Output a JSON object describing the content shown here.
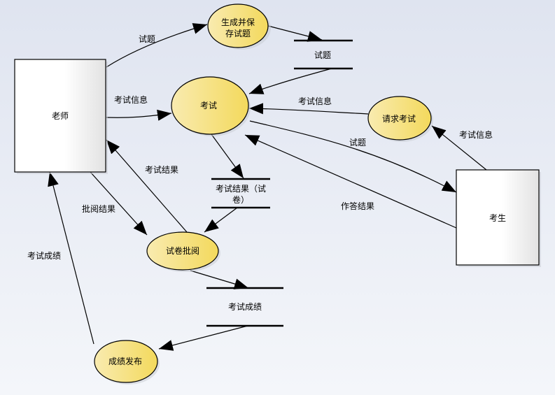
{
  "diagram": {
    "type": "data-flow-diagram",
    "colors": {
      "background_top": "#dfe4f0",
      "background_bottom": "#f4f6fa",
      "process_fill_light": "#f9ebb0",
      "process_fill_dark": "#f3d95c",
      "entity_fill_light": "#ffffff",
      "entity_fill_dark": "#e2e2e2",
      "line": "#000000"
    },
    "entities": [
      {
        "id": "teacher",
        "label": "老师"
      },
      {
        "id": "student",
        "label": "考生"
      }
    ],
    "processes": [
      {
        "id": "generate",
        "label_lines": [
          "生成并保",
          "存试题"
        ]
      },
      {
        "id": "exam",
        "label_lines": [
          "考试"
        ]
      },
      {
        "id": "request",
        "label_lines": [
          "请求考试"
        ]
      },
      {
        "id": "grading",
        "label_lines": [
          "试卷批阅"
        ]
      },
      {
        "id": "publish",
        "label_lines": [
          "成绩发布"
        ]
      }
    ],
    "stores": [
      {
        "id": "questions_store",
        "label_lines": [
          "试题"
        ]
      },
      {
        "id": "results_store",
        "label_lines": [
          "考试结果（试",
          "卷）"
        ]
      },
      {
        "id": "scores_store",
        "label_lines": [
          "考试成绩"
        ]
      }
    ],
    "flows": [
      {
        "id": "f1",
        "from": "teacher",
        "to": "generate",
        "label": "试题"
      },
      {
        "id": "f2",
        "from": "generate",
        "to": "questions_store",
        "label": ""
      },
      {
        "id": "f3",
        "from": "questions_store",
        "to": "exam",
        "label": ""
      },
      {
        "id": "f4",
        "from": "teacher",
        "to": "exam",
        "label": "考试信息"
      },
      {
        "id": "f5",
        "from": "request",
        "to": "exam",
        "label": "考试信息"
      },
      {
        "id": "f6",
        "from": "student",
        "to": "request",
        "label": "考试信息"
      },
      {
        "id": "f7",
        "from": "exam",
        "to": "student",
        "label": "试题"
      },
      {
        "id": "f8",
        "from": "student",
        "to": "exam",
        "label": "作答结果"
      },
      {
        "id": "f9",
        "from": "exam",
        "to": "results_store",
        "label": ""
      },
      {
        "id": "f10",
        "from": "grading",
        "to": "teacher",
        "label": "考试结果"
      },
      {
        "id": "f11",
        "from": "teacher",
        "to": "grading",
        "label": "批阅结果"
      },
      {
        "id": "f12",
        "from": "results_store",
        "to": "grading",
        "label": ""
      },
      {
        "id": "f13",
        "from": "grading",
        "to": "scores_store",
        "label": ""
      },
      {
        "id": "f14",
        "from": "scores_store",
        "to": "publish",
        "label": ""
      },
      {
        "id": "f15",
        "from": "publish",
        "to": "teacher",
        "label": "考试成绩"
      }
    ]
  }
}
